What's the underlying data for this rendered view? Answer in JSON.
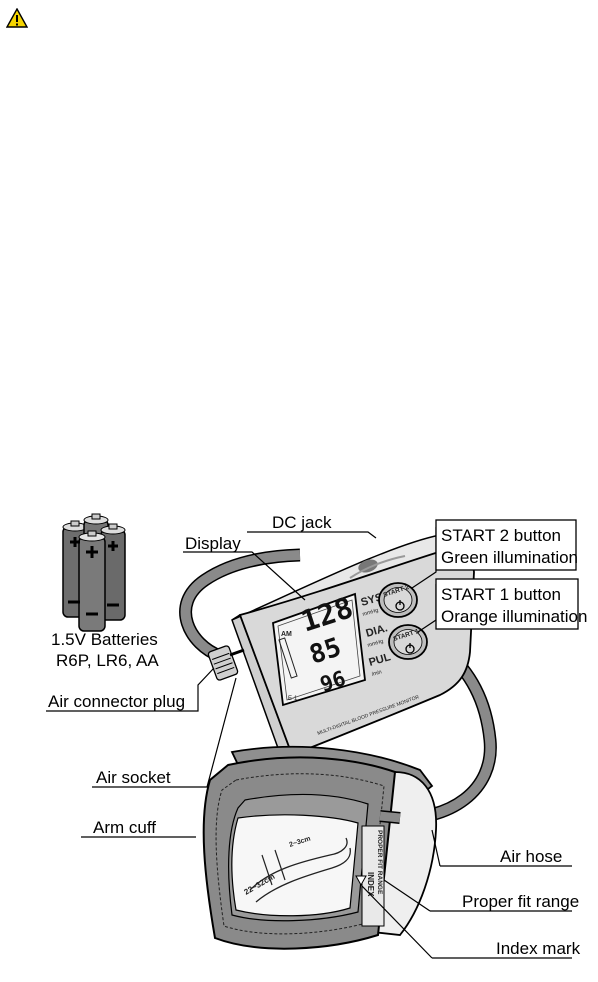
{
  "labels": {
    "dc_jack": "DC jack",
    "display": "Display",
    "start2_line1": "START 2 button",
    "start2_line2": "Green illumination",
    "start1_line1": "START 1 button",
    "start1_line2": "Orange illumination",
    "batteries_line1": "1.5V Batteries",
    "batteries_line2": "R6P, LR6, AA",
    "air_connector_plug": "Air connector plug",
    "air_socket": "Air socket",
    "arm_cuff": "Arm cuff",
    "air_hose": "Air hose",
    "proper_fit_range": "Proper fit range",
    "index_mark": "Index mark"
  },
  "device": {
    "sys_value": "128",
    "dia_value": "85",
    "pul_value": "96",
    "sys_label": "SYS.",
    "dia_label": "DIA.",
    "pul_label": "PUL",
    "mmhg": "mmHg",
    "per_min": "/min",
    "start2_text": "START 2",
    "start1_text": "START 1",
    "cuff_index": "INDEX",
    "cuff_fit": "PROPER FIT RANGE",
    "cuff_size_small": "2~3cm",
    "cuff_size_range": "22~32cm"
  },
  "icons": {
    "warning": "warning-triangle-icon",
    "warning_color": "#f5d400"
  }
}
